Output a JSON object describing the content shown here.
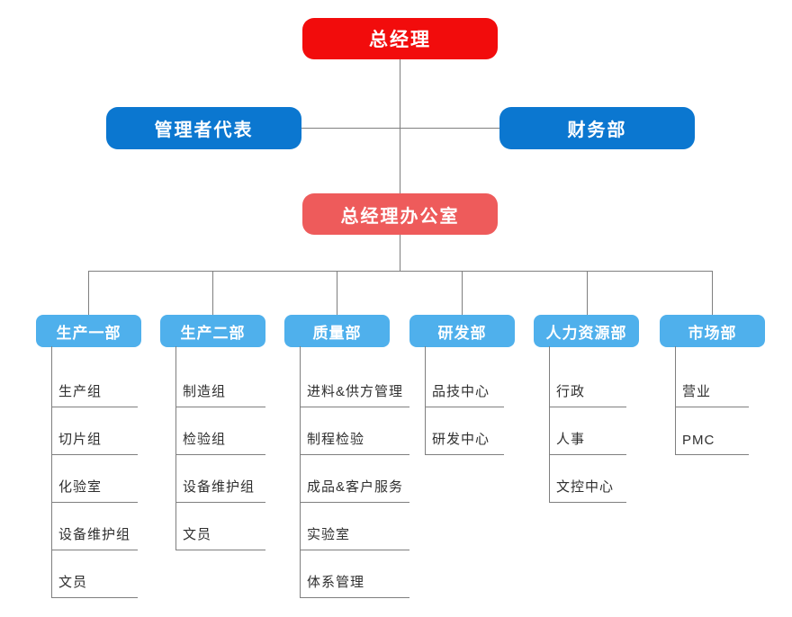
{
  "org": {
    "root": {
      "label": "总经理"
    },
    "level2": [
      {
        "label": "管理者代表"
      },
      {
        "label": "财务部"
      }
    ],
    "office": {
      "label": "总经理办公室"
    },
    "departments": [
      {
        "label": "生产一部",
        "children": [
          "生产组",
          "切片组",
          "化验室",
          "设备维护组",
          "文员"
        ]
      },
      {
        "label": "生产二部",
        "children": [
          "制造组",
          "检验组",
          "设备维护组",
          "文员"
        ]
      },
      {
        "label": "质量部",
        "children": [
          "进料&供方管理",
          "制程检验",
          "成品&客户服务",
          "实验室",
          "体系管理"
        ]
      },
      {
        "label": "研发部",
        "children": [
          "品技中心",
          "研发中心"
        ]
      },
      {
        "label": "人力资源部",
        "children": [
          "行政",
          "人事",
          "文控中心"
        ]
      },
      {
        "label": "市场部",
        "children": [
          "营业",
          "PMC"
        ]
      }
    ]
  },
  "colors": {
    "root": "#f20c0c",
    "level2": "#0b77d0",
    "office": "#ee5b5b",
    "department": "#4fb0ec",
    "line": "#7f7f7f"
  }
}
